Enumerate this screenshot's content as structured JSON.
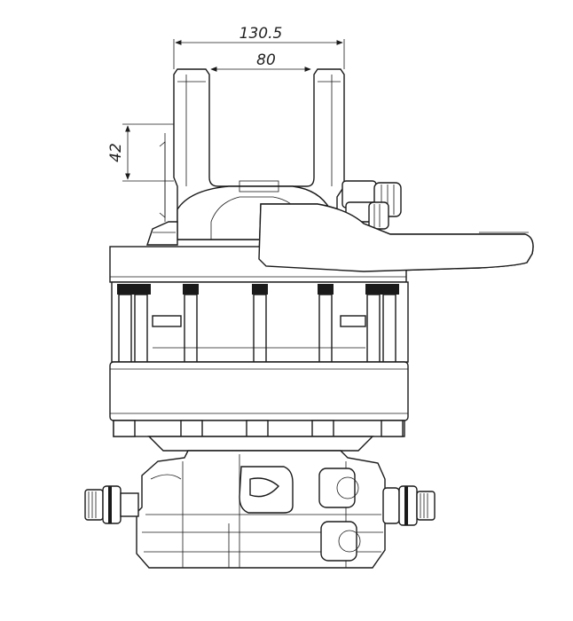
{
  "dimensions": {
    "width_overall": "130.5",
    "width_inner": "80",
    "height_slot": "42"
  }
}
